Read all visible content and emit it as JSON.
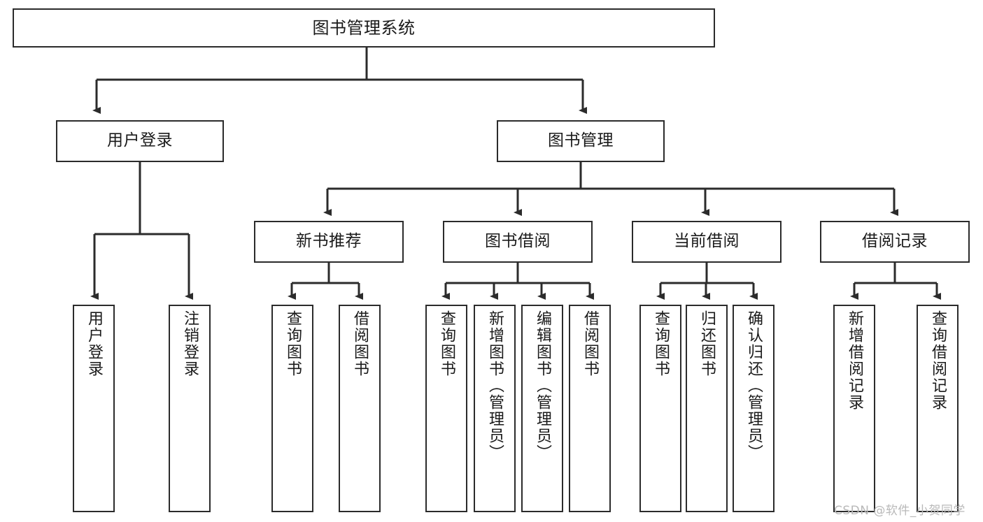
{
  "diagram": {
    "title": "图书管理系统",
    "type": "hierarchy-tree",
    "watermark": "CSDN @软件_小贺同学",
    "colors": {
      "box_border": "#2b2b2b",
      "box_fill": "#ffffff",
      "connector": "#2b2b2b",
      "text": "#1a1a1a",
      "watermark": "#b9b9b9",
      "background": "#ffffff"
    },
    "levels": {
      "root": "图书管理系统",
      "level1": [
        "用户登录",
        "图书管理"
      ],
      "level2": [
        "新书推荐",
        "图书借阅",
        "当前借阅",
        "借阅记录"
      ]
    },
    "nodes": {
      "root": {
        "label": "图书管理系统"
      },
      "user_login": {
        "label": "用户登录"
      },
      "book_manage": {
        "label": "图书管理"
      },
      "new_book_rec": {
        "label": "新书推荐"
      },
      "book_borrow": {
        "label": "图书借阅"
      },
      "current_borrow": {
        "label": "当前借阅"
      },
      "borrow_record": {
        "label": "借阅记录"
      },
      "leaf_user_login": {
        "label": "用户登录"
      },
      "leaf_logout": {
        "label": "注销登录"
      },
      "leaf_query_book_1": {
        "label": "查询图书"
      },
      "leaf_borrow_book_1": {
        "label": "借阅图书"
      },
      "leaf_query_book_2": {
        "label": "查询图书"
      },
      "leaf_add_book": {
        "label": "新增图书（管理员）"
      },
      "leaf_edit_book": {
        "label": "编辑图书（管理员）"
      },
      "leaf_borrow_book_2": {
        "label": "借阅图书"
      },
      "leaf_query_book_3": {
        "label": "查询图书"
      },
      "leaf_return_book": {
        "label": "归还图书"
      },
      "leaf_confirm_return": {
        "label": "确认归还（管理员）"
      },
      "leaf_add_record": {
        "label": "新增借阅记录"
      },
      "leaf_query_record": {
        "label": "查询借阅记录"
      }
    }
  }
}
